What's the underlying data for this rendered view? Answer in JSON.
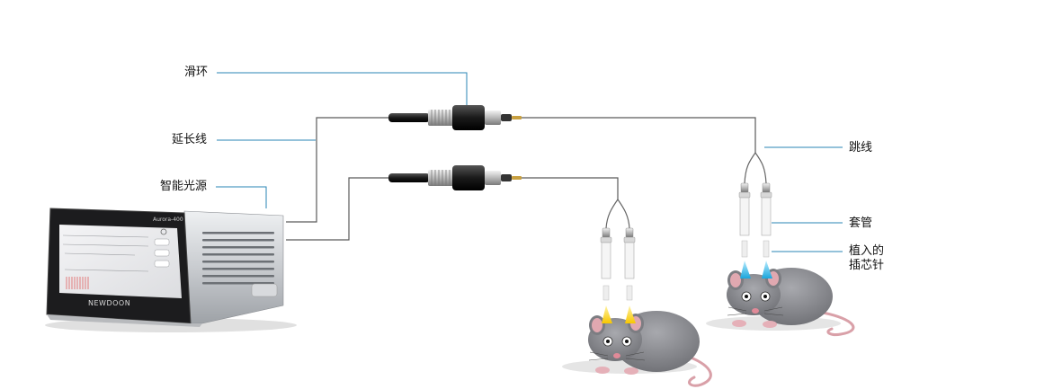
{
  "labels": {
    "slip_ring": "滑环",
    "extension_cord": "延长线",
    "smart_light_source": "智能光源",
    "patch_cord": "跳线",
    "sleeve": "套管",
    "implanted_ferrule_line1": "植入的",
    "implanted_ferrule_line2": "插芯针"
  },
  "device": {
    "model": "Aurora-400",
    "brand": "NEWDOON"
  },
  "colors": {
    "leader_line": "#2a86b5",
    "fiber": "#555555",
    "yellow_light": "#f2c200",
    "blue_light": "#22b4e6",
    "mouse_body": "#8b8c91",
    "device_body": "#cfd2d6"
  }
}
